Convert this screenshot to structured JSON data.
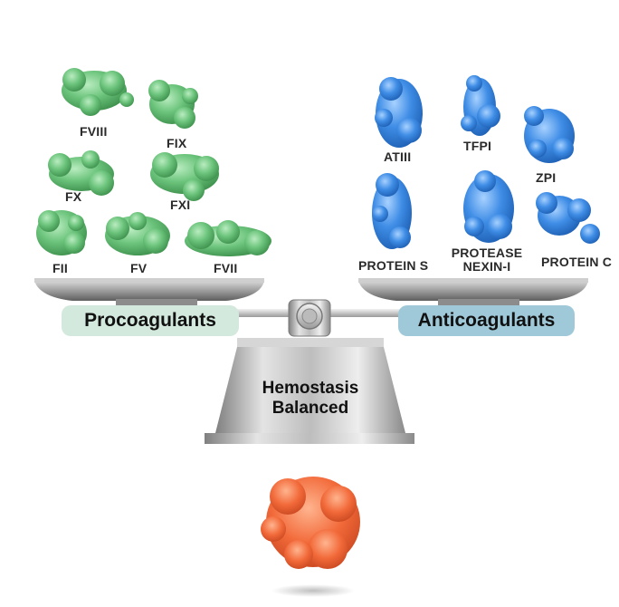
{
  "procoagulants": {
    "heading": "Procoagulants",
    "factors": [
      "FVIII",
      "FIX",
      "FX",
      "FXI",
      "FII",
      "FV",
      "FVII"
    ]
  },
  "anticoagulants": {
    "heading": "Anticoagulants",
    "factors": [
      "ATIII",
      "TFPI",
      "ZPI",
      "PROTEIN S",
      "PROTEASE",
      "NEXIN-I",
      "PROTEIN C"
    ]
  },
  "center": {
    "line1": "Hemostasis",
    "line2": "Balanced"
  },
  "colors": {
    "procoagulant": "#6cc47c",
    "anticoagulant": "#3f8de6",
    "thrombus": "#f26a3a"
  }
}
